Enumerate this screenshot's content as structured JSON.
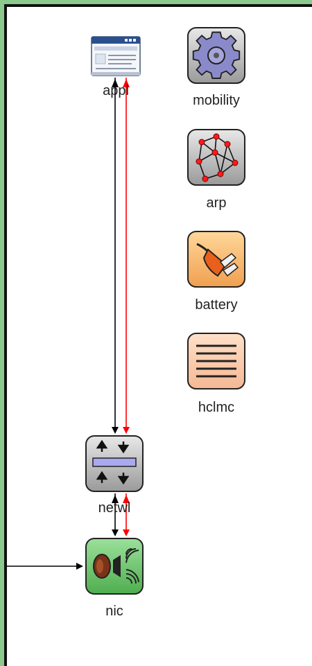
{
  "modules": {
    "appl": {
      "label": "appl",
      "icon": "application-window-icon"
    },
    "mobility": {
      "label": "mobility",
      "icon": "gear-icon"
    },
    "arp": {
      "label": "arp",
      "icon": "network-graph-icon"
    },
    "battery": {
      "label": "battery",
      "icon": "power-plug-icon"
    },
    "hclmc": {
      "label": "hclmc",
      "icon": "horizontal-lines-icon"
    },
    "netwl": {
      "label": "netwl",
      "icon": "network-layer-arrows-icon"
    },
    "nic": {
      "label": "nic",
      "icon": "radio-antenna-icon"
    }
  },
  "colors": {
    "frame_green": "#8cc98c",
    "frame_black": "#111111",
    "connection_black": "#000000",
    "connection_red": "#ff0000",
    "gray_icon": "#b8b8b8",
    "battery_icon": "#f6b56c",
    "hclmc_icon": "#f7c9a8",
    "nic_icon": "#6fc76f",
    "netwl_bar": "#a9a9f0"
  }
}
